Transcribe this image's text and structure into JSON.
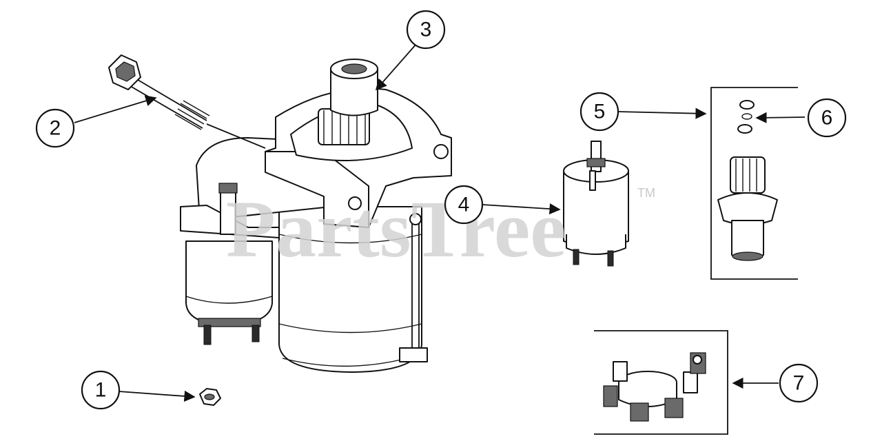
{
  "watermark": {
    "text": "PartsTree",
    "mark": "TM"
  },
  "callouts": [
    {
      "id": "1",
      "label": "1",
      "part": "hex-nut"
    },
    {
      "id": "2",
      "label": "2",
      "part": "mounting-bolt"
    },
    {
      "id": "3",
      "label": "3",
      "part": "starter-motor"
    },
    {
      "id": "4",
      "label": "4",
      "part": "solenoid"
    },
    {
      "id": "5",
      "label": "5",
      "part": "drive-kit"
    },
    {
      "id": "6",
      "label": "6",
      "part": "washers"
    },
    {
      "id": "7",
      "label": "7",
      "part": "brush-holder"
    }
  ],
  "colors": {
    "line": "#111111",
    "watermark": "#d3d3d3",
    "background": "#ffffff"
  }
}
